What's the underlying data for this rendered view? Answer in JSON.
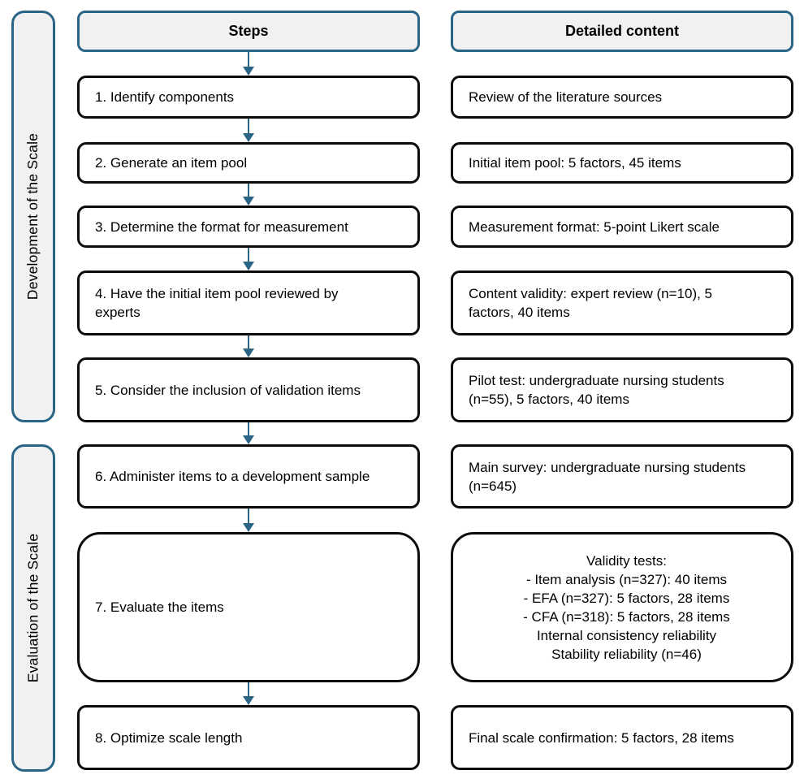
{
  "colors": {
    "accent_teal": "#2a6586",
    "box_border": "#0c0c0c",
    "header_fill": "#f1f1f1",
    "box_fill": "#ffffff",
    "text": "#000000"
  },
  "headers": {
    "steps": "Steps",
    "detailed_content": "Detailed content"
  },
  "sidebar": {
    "development": "Development of the Scale",
    "evaluation": "Evaluation of the Scale"
  },
  "rows": [
    {
      "step": "1. Identify components",
      "detail": "Review of the literature sources"
    },
    {
      "step": "2. Generate an item pool",
      "detail": "Initial item pool: 5 factors, 45 items"
    },
    {
      "step": "3. Determine the format for measurement",
      "detail": "Measurement format: 5-point Likert scale"
    },
    {
      "step": "4. Have the initial item pool reviewed by experts",
      "detail": "Content validity: expert review (n=10), 5 factors, 40 items"
    },
    {
      "step": "5. Consider the inclusion of validation items",
      "detail": "Pilot test: undergraduate nursing students (n=55), 5 factors, 40 items"
    },
    {
      "step": "6. Administer items to a development sample",
      "detail": "Main survey: undergraduate nursing students (n=645)"
    },
    {
      "step": "7. Evaluate the items",
      "detail_lines": [
        "Validity tests:",
        "- Item analysis (n=327): 40 items",
        "- EFA (n=327): 5 factors, 28 items",
        "- CFA (n=318): 5 factors, 28 items",
        "Internal consistency reliability",
        "Stability reliability (n=46)"
      ]
    },
    {
      "step": "8. Optimize scale length",
      "detail": "Final scale confirmation: 5 factors, 28 items"
    }
  ]
}
